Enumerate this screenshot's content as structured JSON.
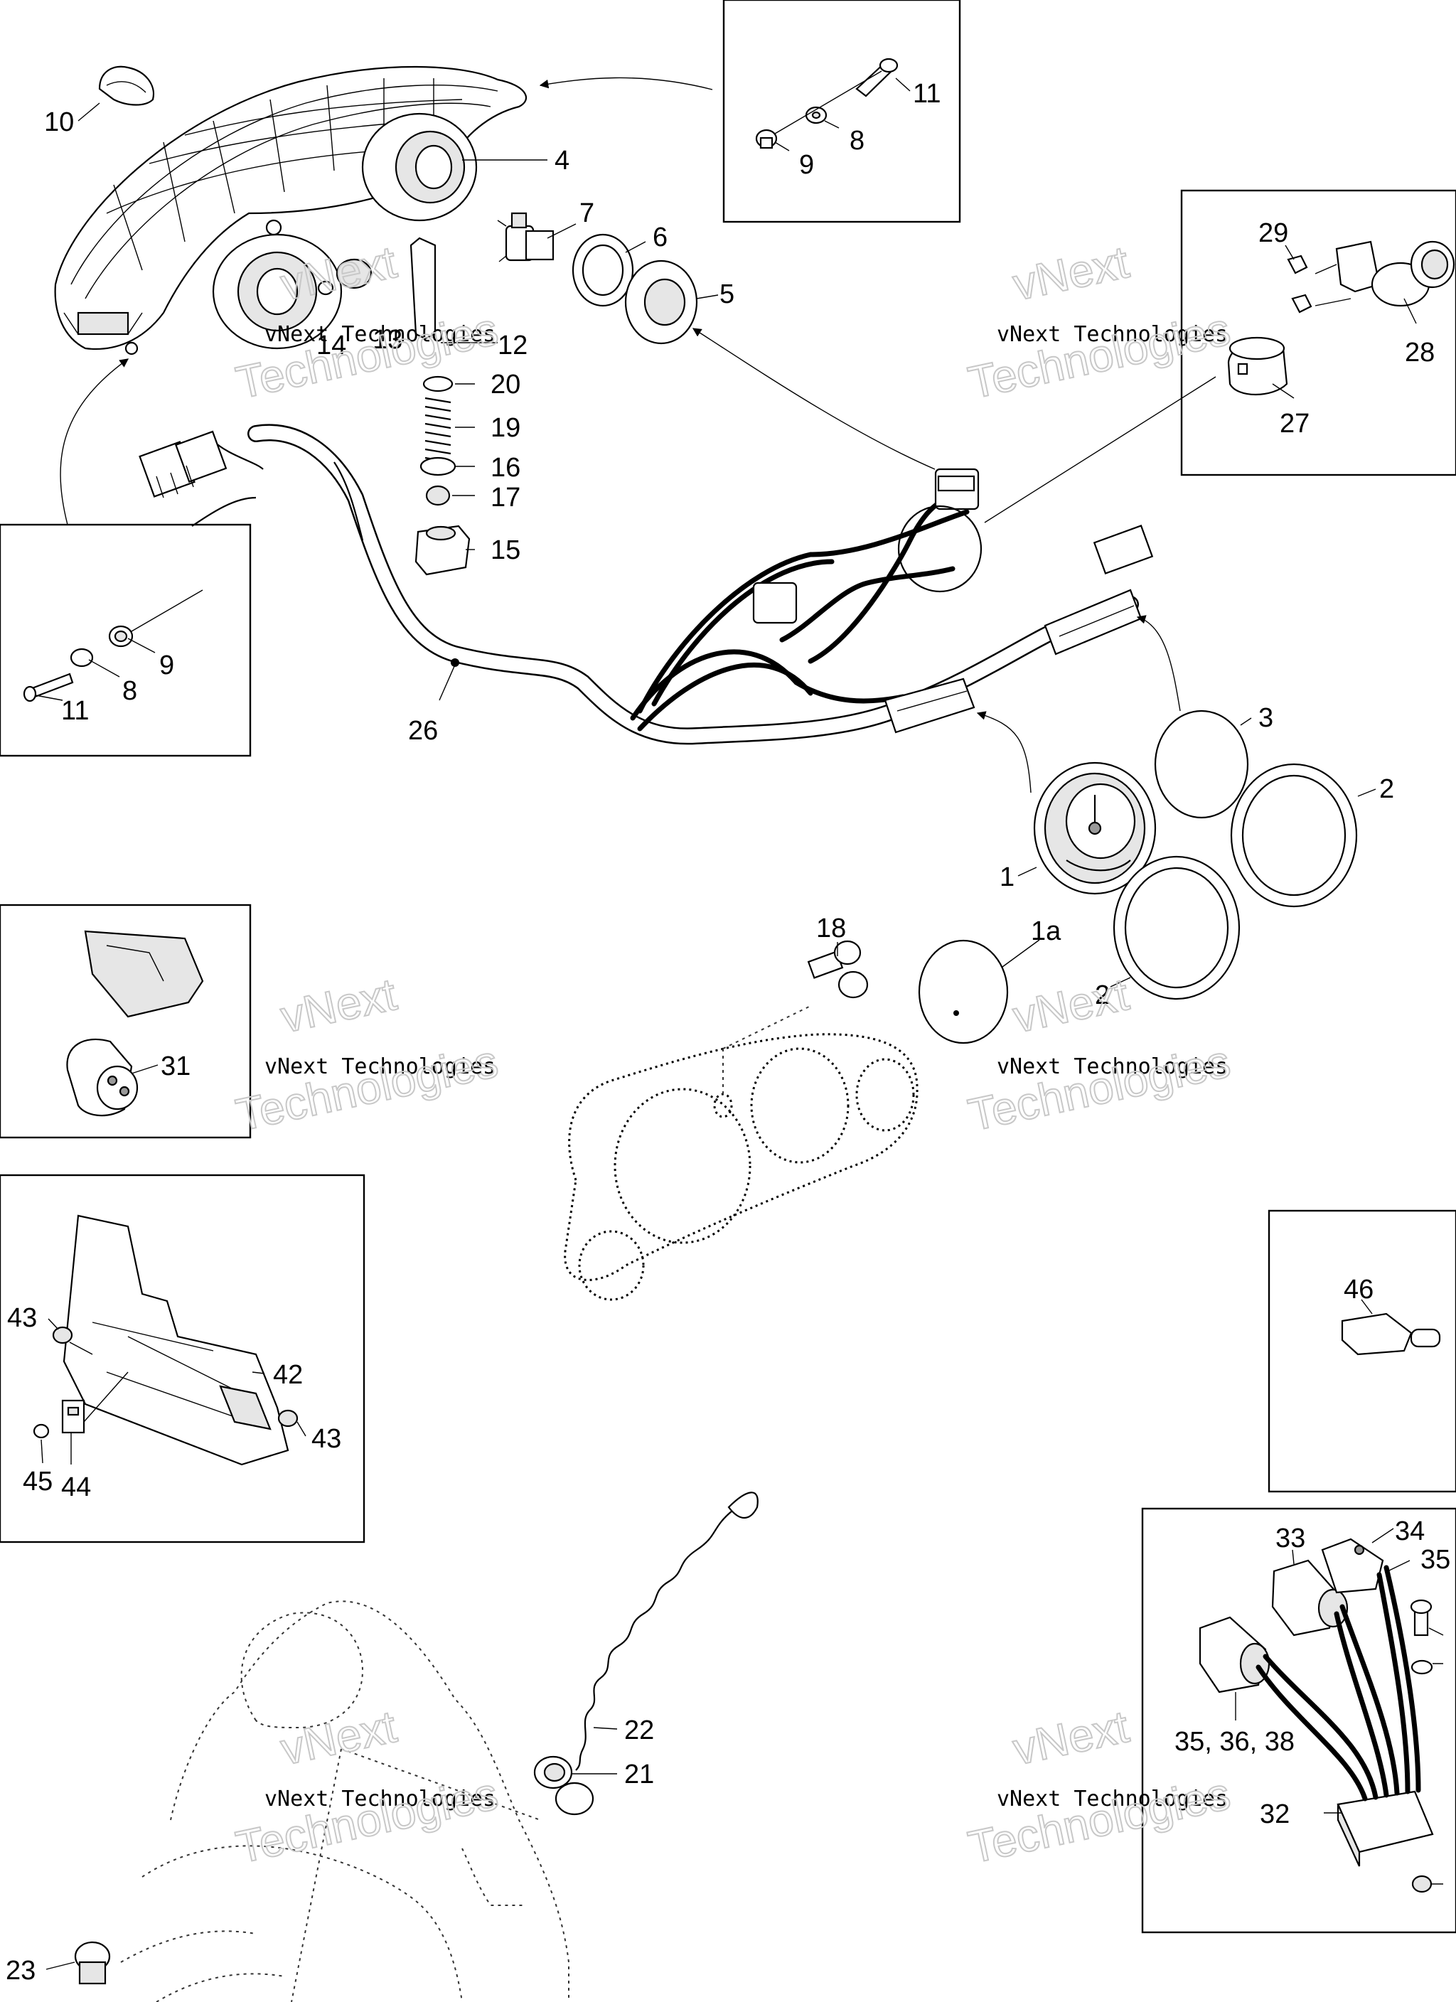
{
  "watermark": {
    "line1": "vNext Technologies",
    "line2a": "vNext",
    "line2b": "Technologies"
  },
  "callouts": {
    "c10": "10",
    "c4": "4",
    "c11a": "11",
    "c8a": "8",
    "c9a": "9",
    "c7": "7",
    "c6": "6",
    "c5": "5",
    "c14": "14",
    "c13": "13",
    "c12": "12",
    "c20": "20",
    "c19": "19",
    "c16": "16",
    "c17": "17",
    "c15": "15",
    "c29": "29",
    "c28": "28",
    "c27": "27",
    "c9b": "9",
    "c8b": "8",
    "c11b": "11",
    "c26": "26",
    "c3": "3",
    "c2a": "2",
    "c1": "1",
    "c18": "18",
    "c1a": "1a",
    "c2b": "2",
    "c31": "31",
    "c43a": "43",
    "c42": "42",
    "c43b": "43",
    "c45": "45",
    "c44": "44",
    "c46": "46",
    "c33": "33",
    "c34": "34",
    "c35": "35",
    "c353638": "35, 36, 38",
    "c32": "32",
    "c22": "22",
    "c21": "21",
    "c23": "23"
  }
}
